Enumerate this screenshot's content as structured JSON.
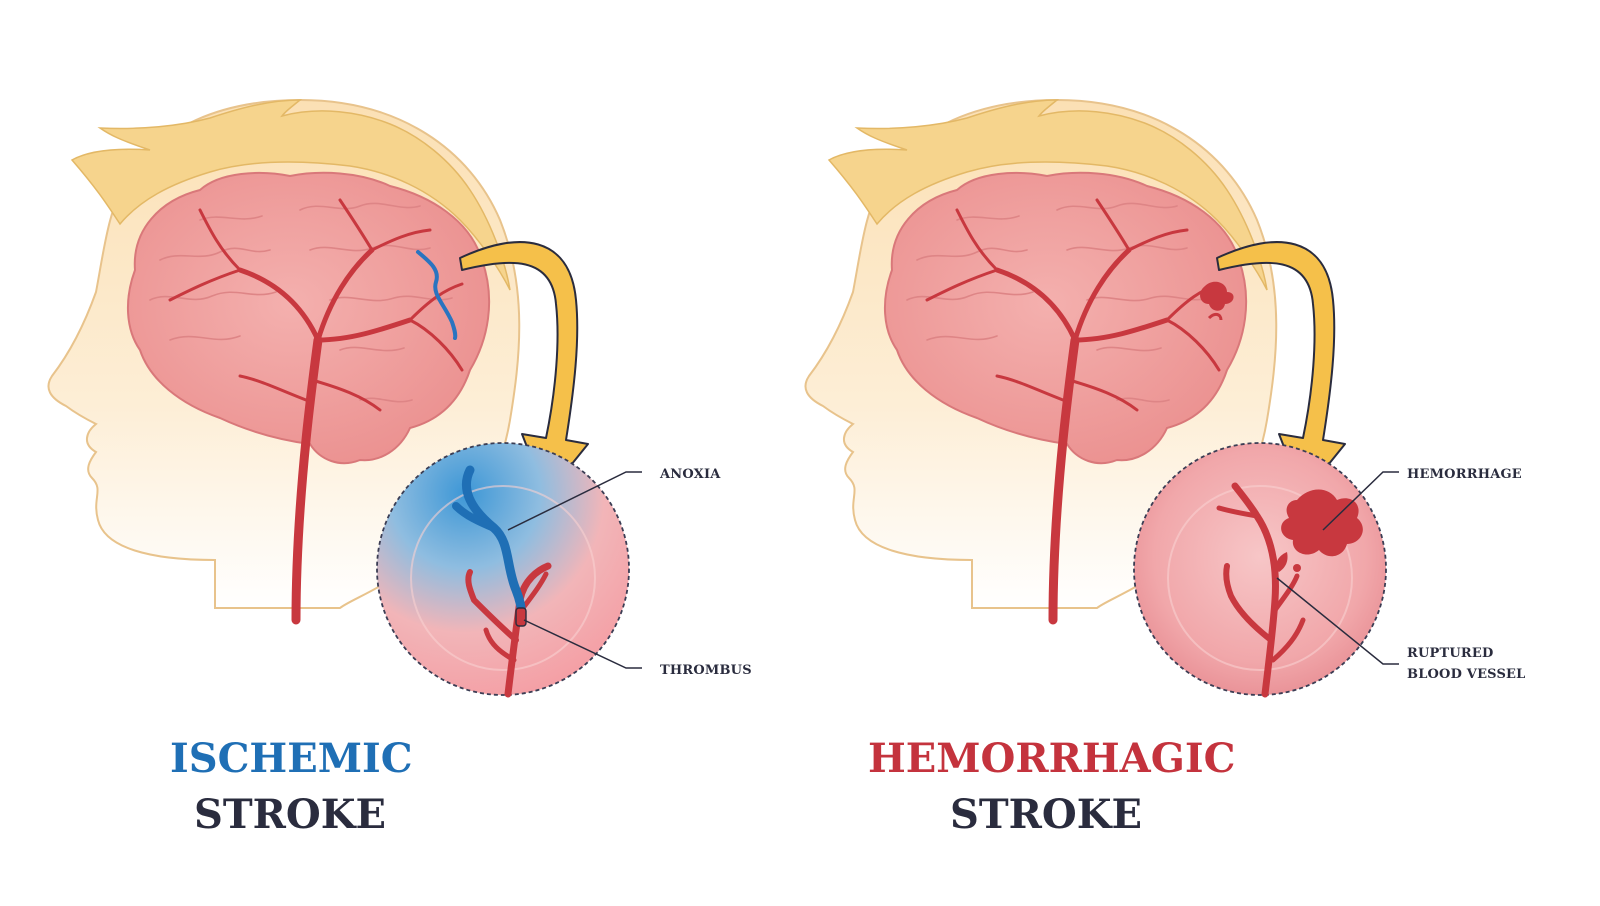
{
  "panels": [
    {
      "title_line1": "ISCHEMIC",
      "title_line2": "STROKE",
      "title_color": "#1f6fb5",
      "callouts": [
        "ANOXIA",
        "THROMBUS"
      ]
    },
    {
      "title_line1": "HEMORRHAGIC",
      "title_line2": "STROKE",
      "title_color": "#c4333d",
      "callouts": [
        "HEMORRHAGE",
        "RUPTURED",
        "BLOOD VESSEL"
      ]
    }
  ],
  "colors": {
    "title_dark": "#2a2c3e",
    "hair": "#f6d48d",
    "skin": "#fce8c6",
    "brain": "#f2a3a3",
    "vessel": "#c8383f",
    "ischemic_blue": "#2a74c0",
    "arrow": "#f5c04a"
  }
}
